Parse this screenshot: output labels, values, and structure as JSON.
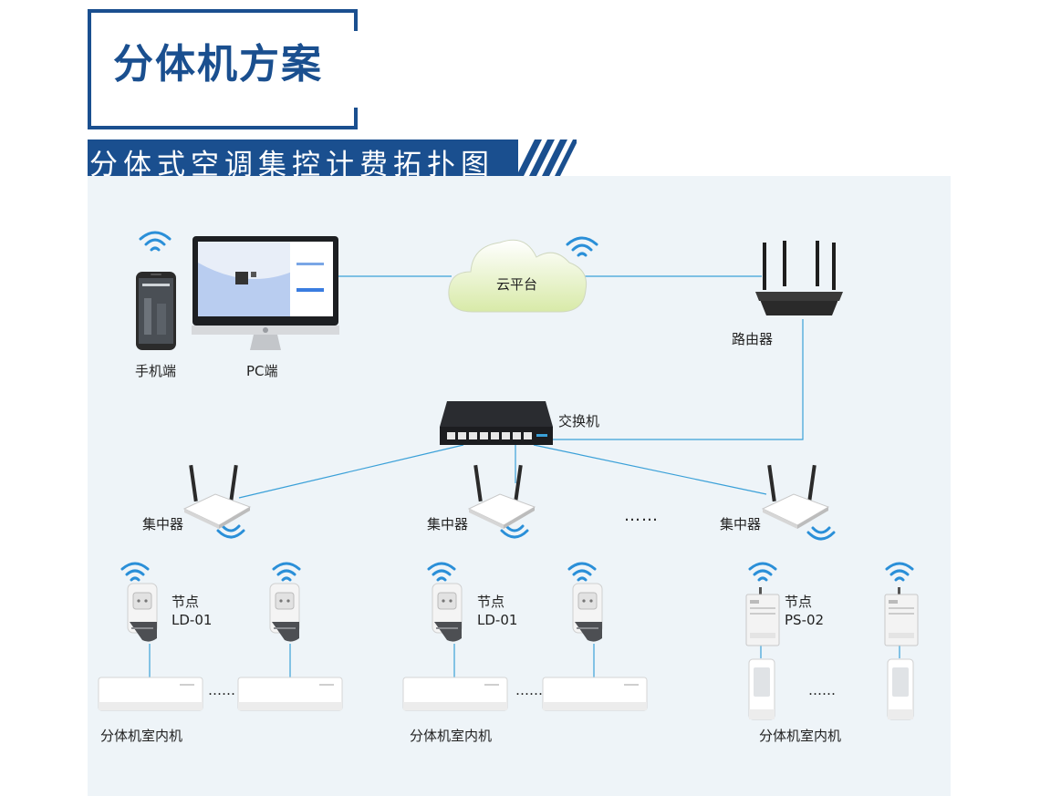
{
  "header": {
    "title": "分体机方案",
    "subtitle": "分体式空调集控计费拓扑图"
  },
  "nodes": {
    "phone": "手机端",
    "pc": "PC端",
    "cloud": "云平台",
    "router": "路由器",
    "switch": "交换机",
    "hub1": "集中器",
    "hub2": "集中器",
    "hub3": "集中器",
    "hub_ellipsis": "……",
    "node1_line1": "节点",
    "node1_line2": "LD-01",
    "node2_line1": "节点",
    "node2_line2": "LD-01",
    "node3_line1": "节点",
    "node3_line2": "PS-02",
    "ac_ellipsis_1": "……",
    "ac_ellipsis_2": "……",
    "ac_ellipsis_3": "……",
    "ac_group1": "分体机室内机",
    "ac_group2": "分体机室内机",
    "ac_group3": "分体机室内机"
  },
  "colors": {
    "brand": "#1a4f8f",
    "link": "#3aa0d8",
    "wifi": "#2a8fd8",
    "canvas": "#eef4f8"
  }
}
